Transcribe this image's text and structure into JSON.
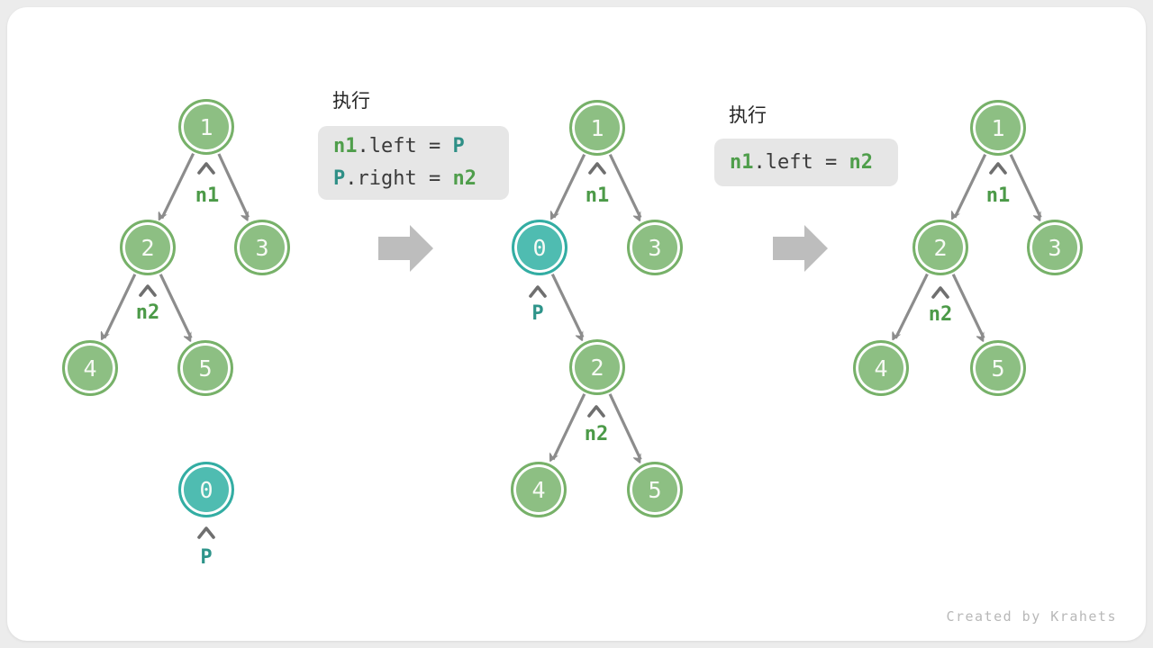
{
  "palette": {
    "canvas_bg": "#ececec",
    "card_bg": "#ffffff",
    "node_green_fill": "#8dbf83",
    "node_green_border": "#77b169",
    "node_teal_fill": "#4fbcb1",
    "node_teal_border": "#33ada3",
    "edge_gray": "#8c8c8c",
    "caret_gray": "#6f6f6f",
    "label_green": "#4c9a48",
    "label_teal": "#2e948a",
    "code_plain": "#3a3a3a",
    "code_green": "#4f9e4b",
    "code_teal": "#2e8f86",
    "code_box_bg": "#e6e6e6",
    "block_arrow": "#bdbdbd",
    "footer_text": "#b8b8b8"
  },
  "icons": {
    "transition": "block-arrow-right-icon",
    "pointer_mark": "caret-up-icon"
  },
  "trees": [
    {
      "name": "before",
      "nodes": [
        {
          "label": "1",
          "color": "green"
        },
        {
          "label": "2",
          "color": "green"
        },
        {
          "label": "3",
          "color": "green"
        },
        {
          "label": "4",
          "color": "green"
        },
        {
          "label": "5",
          "color": "green"
        },
        {
          "label": "0",
          "color": "teal"
        }
      ],
      "pointers": [
        {
          "label": "n1",
          "color": "green"
        },
        {
          "label": "n2",
          "color": "green"
        },
        {
          "label": "P",
          "color": "teal"
        }
      ]
    },
    {
      "name": "during",
      "nodes": [
        {
          "label": "1",
          "color": "green"
        },
        {
          "label": "0",
          "color": "teal"
        },
        {
          "label": "3",
          "color": "green"
        },
        {
          "label": "2",
          "color": "green"
        },
        {
          "label": "4",
          "color": "green"
        },
        {
          "label": "5",
          "color": "green"
        }
      ],
      "pointers": [
        {
          "label": "n1",
          "color": "green"
        },
        {
          "label": "P",
          "color": "teal"
        },
        {
          "label": "n2",
          "color": "green"
        }
      ]
    },
    {
      "name": "after",
      "nodes": [
        {
          "label": "1",
          "color": "green"
        },
        {
          "label": "2",
          "color": "green"
        },
        {
          "label": "3",
          "color": "green"
        },
        {
          "label": "4",
          "color": "green"
        },
        {
          "label": "5",
          "color": "green"
        }
      ],
      "pointers": [
        {
          "label": "n1",
          "color": "green"
        },
        {
          "label": "n2",
          "color": "green"
        }
      ]
    }
  ],
  "code_blocks": [
    {
      "heading": "执行",
      "lines": [
        {
          "tokens": [
            {
              "text": "n1",
              "color": "green"
            },
            {
              "text": ".left = ",
              "color": "plain"
            },
            {
              "text": "P",
              "color": "teal"
            }
          ]
        },
        {
          "tokens": [
            {
              "text": "P",
              "color": "teal"
            },
            {
              "text": ".right = ",
              "color": "plain"
            },
            {
              "text": "n2",
              "color": "green"
            }
          ]
        }
      ]
    },
    {
      "heading": "执行",
      "lines": [
        {
          "tokens": [
            {
              "text": "n1",
              "color": "green"
            },
            {
              "text": ".left = ",
              "color": "plain"
            },
            {
              "text": "n2",
              "color": "green"
            }
          ]
        }
      ]
    }
  ],
  "footer": {
    "credit": "Created by Krahets"
  }
}
